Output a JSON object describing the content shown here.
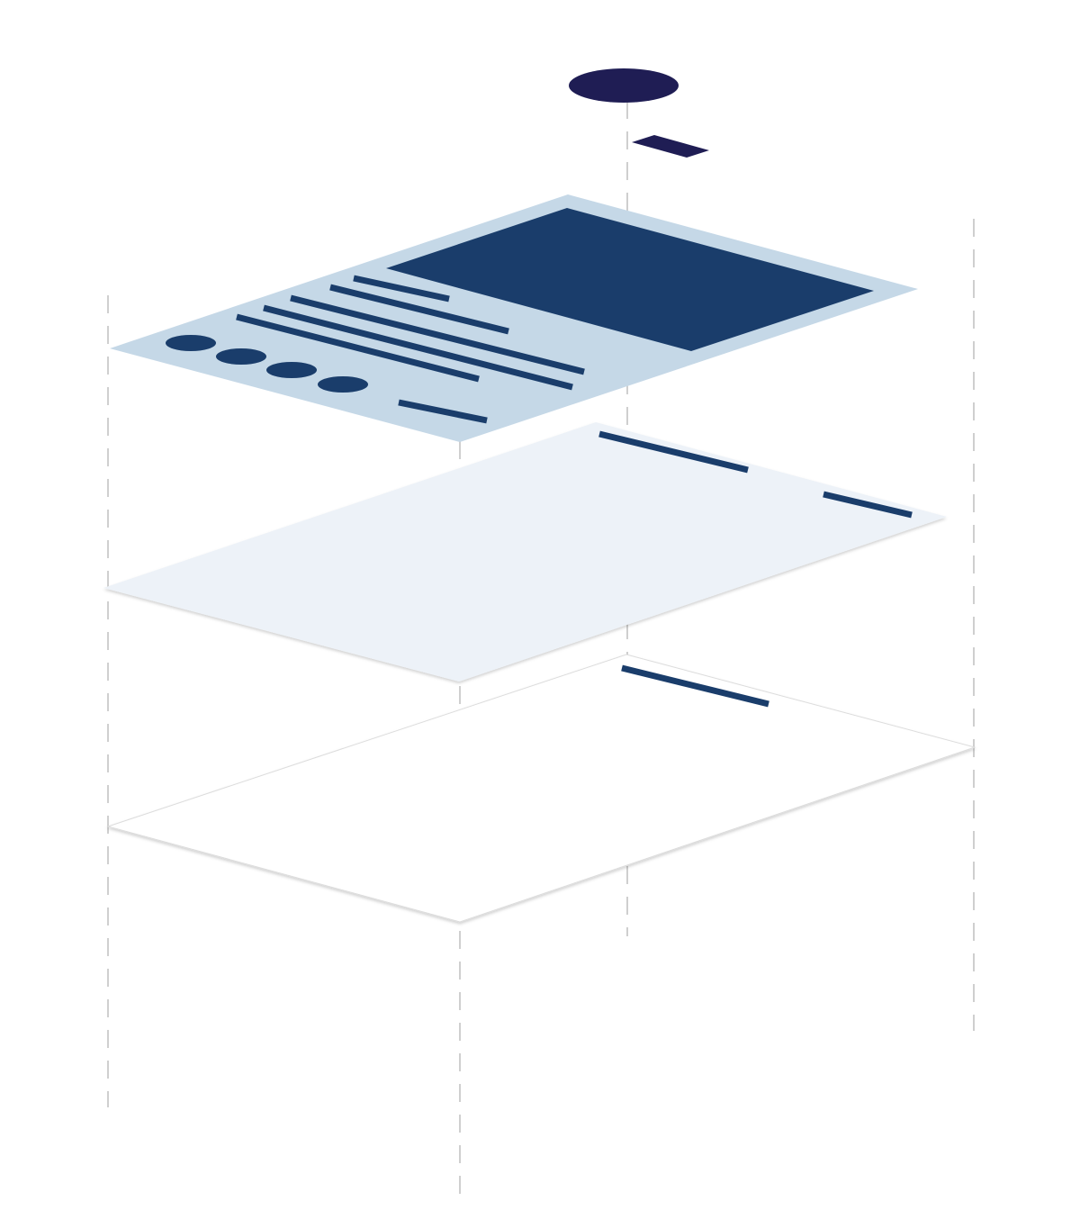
{
  "colors": {
    "background": "#ffffff",
    "avatar": "#1f1d54",
    "top_layer": "#c5d8e7",
    "accent": "#1a3d6b",
    "middle_layer": "#edf2f8",
    "bottom_layer": "#ffffff",
    "outline": "#d4d4d4",
    "guide": "#cfcfcf"
  },
  "layers": [
    "content-layer",
    "background-layer",
    "base-layer"
  ]
}
